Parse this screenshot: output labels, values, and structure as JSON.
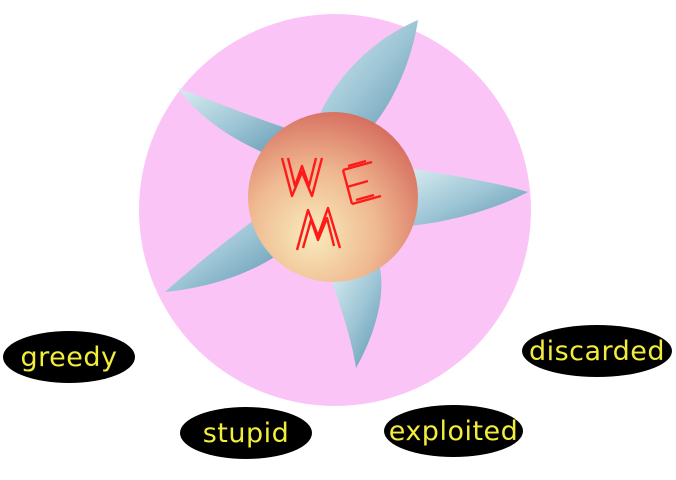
{
  "logo": {
    "letters": "WEM",
    "colors": {
      "circle": "#fbc4f7",
      "petal_light": "#cde4e8",
      "petal_dark": "#6fa3bc",
      "sphere_light": "#f7e8b8",
      "sphere_dark": "#cf5c52",
      "letters": "#ff1a1a"
    }
  },
  "labels": {
    "greedy": "greedy",
    "stupid": "stupid",
    "exploited": "exploited",
    "discarded": "discarded"
  },
  "label_colors": {
    "background": "#000000",
    "text": "#f2ec3a"
  }
}
